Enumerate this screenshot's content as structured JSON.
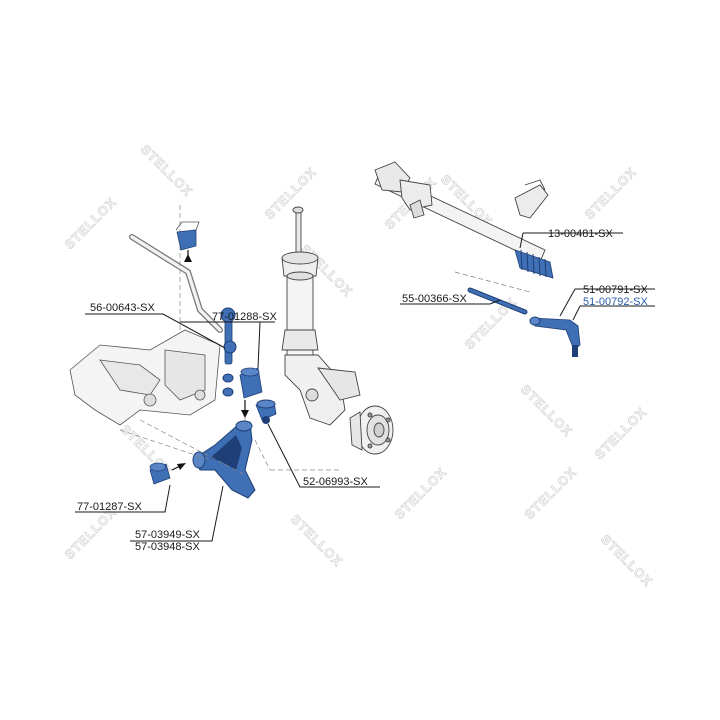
{
  "watermark": {
    "text": "STELLOX"
  },
  "colors": {
    "part_blue": "#3f6fb5",
    "part_blue_dark": "#1f3f78",
    "outline": "#333333",
    "watermark": "#d9d9d9",
    "highlight_label": "#2a5ea8"
  },
  "labels": {
    "steering_rack": "13-00481-SX",
    "tie_rod_end_left": "51-00791-SX",
    "tie_rod_end_right": "51-00792-SX",
    "axial_joint": "55-00366-SX",
    "stabilizer_link": "56-00643-SX",
    "control_arm_bushing_rear": "77-01288-SX",
    "ball_joint": "52-06993-SX",
    "control_arm_bushing_front": "77-01287-SX",
    "control_arm_left": "57-03949-SX",
    "control_arm_right": "57-03948-SX"
  },
  "icons": {
    "shock_absorber": "strut-icon",
    "wheel_hub": "hub-icon",
    "subframe": "subframe-icon",
    "stabilizer_bar": "stabilizer-bar-icon"
  }
}
